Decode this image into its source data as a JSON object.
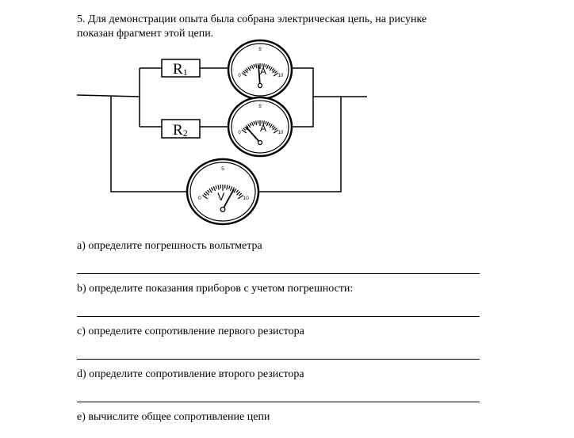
{
  "task": {
    "line1": "5. Для демонстрации  опыта была собрана электрическая цепь,  на рисунке",
    "line2": "показан  фрагмент этой цепи."
  },
  "circuit": {
    "resistors": [
      {
        "label": "R",
        "sub": "1"
      },
      {
        "label": "R",
        "sub": "2"
      }
    ],
    "meters": [
      {
        "type": "A",
        "scale_min": "0",
        "scale_mid": "5",
        "scale_max": "10",
        "reading": 4.6
      },
      {
        "type": "A",
        "scale_min": "0",
        "scale_mid": "5",
        "scale_max": "10",
        "reading": 1.2
      },
      {
        "type": "V",
        "scale_min": "0",
        "scale_mid": "5",
        "scale_max": "10",
        "reading": 7.6
      }
    ]
  },
  "questions": [
    "a) определите  погрешность  вольтметра",
    "b) определите  показания  приборов   с учетом погрешности:",
    "c) определите  сопротивление  первого  резистора",
    "d)  определите  сопротивление  второго  резистора",
    "e) вычислите общее сопротивление  цепи"
  ]
}
